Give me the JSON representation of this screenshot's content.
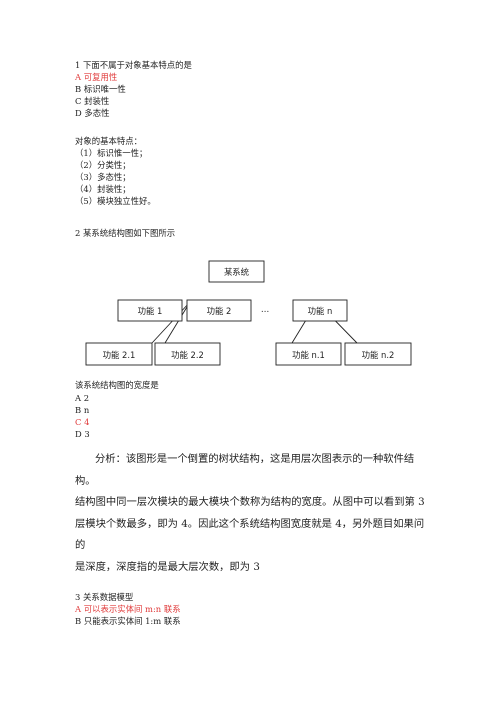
{
  "q1": {
    "question": "1 下面不属于对象基本特点的是",
    "options": [
      "A 可复用性",
      "B 标识唯一性",
      "C 封装性",
      "D 多态性"
    ],
    "highlight_color": "#e03c3c"
  },
  "features": {
    "title": "对象的基本特点：",
    "items": [
      "（1）标识惟一性；",
      "（2）分类性；",
      "（3）多态性；",
      "（4）封装性；",
      "（5）模块独立性好。"
    ]
  },
  "q2": {
    "question": "2 某系统结构图如下图所示",
    "diagram": {
      "root": "某系统",
      "level1": [
        "功能 1",
        "功能 2",
        "…",
        "功能 n"
      ],
      "level2": [
        "功能 2.1",
        "功能 2.2",
        "功能 n.1",
        "功能 n.2"
      ]
    },
    "prompt": "该系统结构图的宽度是",
    "options": [
      "A  2",
      "B  n",
      "C  4",
      "D  3"
    ],
    "analysis": {
      "lines": [
        "分析：该图形是一个倒置的树状结构，这是用层次图表示的一种软件结构。",
        "结构图中同一层次模块的最大模块个数称为结构的宽度。从图中可以看到第 3",
        "层模块个数最多，即为 4。因此这个系统结构图宽度就是 4，另外题目如果问的",
        "是深度，深度指的是最大层次数，即为 3"
      ]
    }
  },
  "q3": {
    "question": "3 关系数据模型",
    "options": [
      "A 可以表示实体间 m:n 联系",
      "B  只能表示实体间 1:m 联系"
    ]
  }
}
